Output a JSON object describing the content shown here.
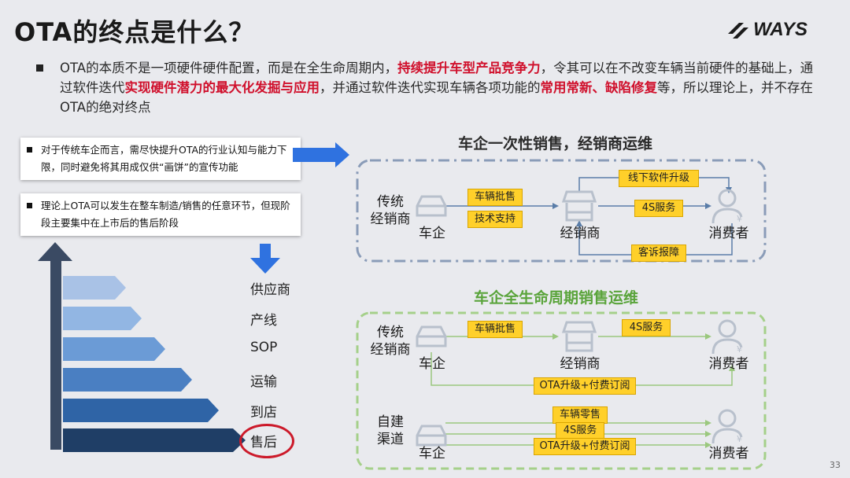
{
  "title": "OTA的终点是什么？",
  "logo": {
    "text": "WAYS"
  },
  "intro": {
    "parts": [
      "OTA的本质不是一项硬件硬件配置，而是在全生命周期内，",
      "持续提升车型产品竞争力",
      "，令其可以在不改变车辆当前硬件的基础上，通过软件迭代",
      "实现硬件潜力的最大化发掘与应用",
      "，并通过软件迭代实现车辆各项功能的",
      "常用常新、缺陷修复",
      "等，所以理论上，并不存在OTA的绝对终点"
    ]
  },
  "notes": [
    "对于传统车企而言，需尽快提升OTA的行业认知与能力下限，同时避免将其用成仅供“画饼”的宣传功能",
    "理论上OTA可以发生在整车制造/销售的任意环节，但现阶段主要集中在上市后的售后阶段"
  ],
  "stages": [
    "供应商",
    "产线",
    "SOP",
    "运输",
    "到店",
    "售后"
  ],
  "stage_colors": [
    "#a9c2e6",
    "#92b6e3",
    "#6b9bd6",
    "#4a7fc2",
    "#2f64a6",
    "#1f3e66"
  ],
  "section1": {
    "title": "车企一次性销售，经销商运维",
    "left_label": "传统\n经销商",
    "nodes": [
      "车企",
      "经销商",
      "消费者"
    ],
    "tags": [
      "车辆批售",
      "技术支持",
      "线下软件升级",
      "4S服务",
      "客诉报障"
    ]
  },
  "section2": {
    "title": "车企全生命周期销售运维",
    "row1": {
      "left_label": "传统\n经销商",
      "nodes": [
        "车企",
        "经销商",
        "消费者"
      ],
      "tags": [
        "车辆批售",
        "4S服务",
        "OTA升级+付费订阅"
      ]
    },
    "row2": {
      "left_label": "自建\n渠道",
      "nodes": [
        "车企",
        "消费者"
      ],
      "tags": [
        "车辆零售",
        "4S服务",
        "OTA升级+付费订阅"
      ]
    }
  },
  "colors": {
    "accent_red": "#d0102c",
    "blue_frame": "#8a9cb8",
    "green_frame": "#a5d08a",
    "tag": "#ffd02a",
    "arrow_blue": "#2f72e0",
    "green_title": "#5aa43b"
  },
  "page_number": "33"
}
